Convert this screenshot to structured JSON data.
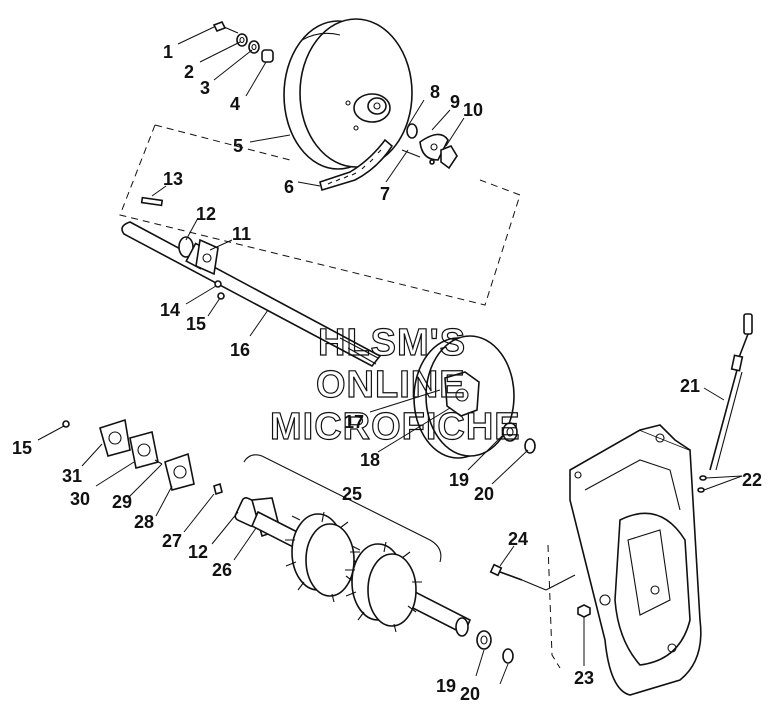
{
  "watermark": {
    "line1": "HLSM'S",
    "line2": "ONLINE",
    "line3": "MICROFICHE"
  },
  "callouts": {
    "c1": "1",
    "c2": "2",
    "c3": "3",
    "c4": "4",
    "c5": "5",
    "c6": "6",
    "c7": "7",
    "c8": "8",
    "c9": "9",
    "c10": "10",
    "c11": "11",
    "c12a": "12",
    "c13": "13",
    "c14": "14",
    "c15a": "15",
    "c16": "16",
    "c17": "17",
    "c18": "18",
    "c19a": "19",
    "c20a": "20",
    "c21": "21",
    "c22": "22",
    "c15b": "15",
    "c31": "31",
    "c30": "30",
    "c29": "29",
    "c28": "28",
    "c27": "27",
    "c12b": "12",
    "c26": "26",
    "c25": "25",
    "c24": "24",
    "c23": "23",
    "c19b": "19",
    "c20b": "20"
  }
}
